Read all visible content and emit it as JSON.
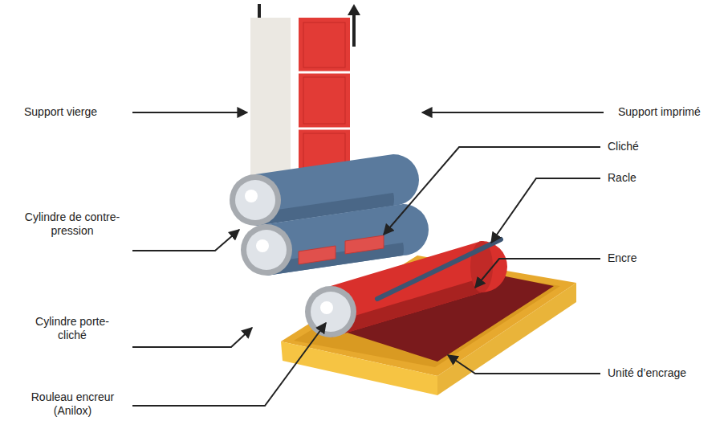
{
  "diagram": {
    "labels": [
      "Support vierge",
      "Support imprimé",
      "Cliché",
      "Racle",
      "Cylindre de contre-pression",
      "Encre",
      "Cylindre porte-cliché",
      "Unité d’encrage",
      "Rouleau encreur (Anilox)"
    ]
  }
}
